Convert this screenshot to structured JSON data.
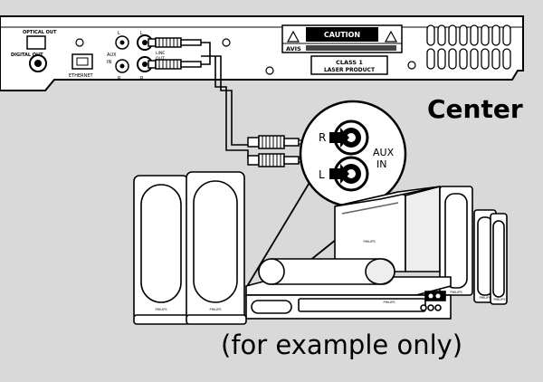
{
  "panel": {
    "optical_out": "OPTICAL OUT",
    "digital_out": "DIGITAL OUT",
    "ethernet": "ETHERNET",
    "aux": "AUX",
    "in": "IN",
    "line": "LINE",
    "out": "OUT",
    "l": "L",
    "r": "R",
    "caution": "CAUTION",
    "avis": "AVIS",
    "class1": "CLASS 1",
    "laser": "LASER PRODUCT"
  },
  "hifi": {
    "r_label": "R",
    "l_label": "L",
    "aux_label": "AUX",
    "in_label": "IN",
    "brand": "PHILIPS"
  },
  "labels": {
    "center": "Center",
    "caption": "(for example only)"
  }
}
